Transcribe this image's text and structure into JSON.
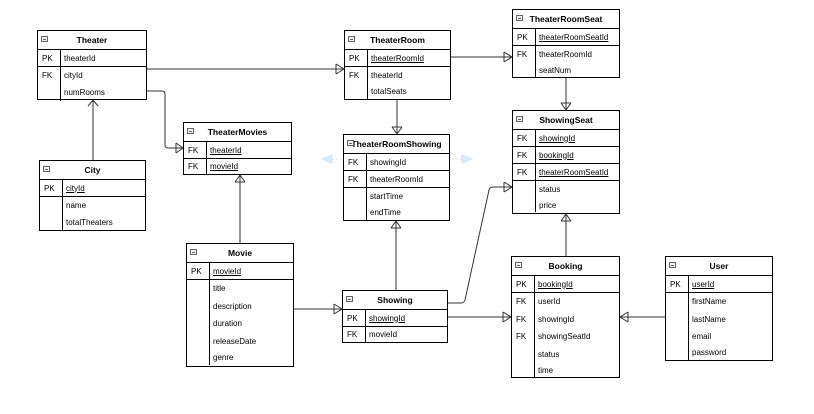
{
  "entities": {
    "theater": {
      "title": "Theater",
      "rows": [
        {
          "key": "PK",
          "field": "theaterId"
        },
        {
          "key": "FK",
          "field": "cityId"
        },
        {
          "key": "",
          "field": "numRooms"
        }
      ]
    },
    "city": {
      "title": "City",
      "rows": [
        {
          "key": "PK",
          "field": "cityId"
        },
        {
          "key": "",
          "field": "name"
        },
        {
          "key": "",
          "field": "totalTheaters"
        }
      ]
    },
    "theaterMovies": {
      "title": "TheaterMovies",
      "rows": [
        {
          "key": "FK",
          "field": "theaterId"
        },
        {
          "key": "FK",
          "field": "movieId"
        }
      ]
    },
    "movie": {
      "title": "Movie",
      "rows": [
        {
          "key": "PK",
          "field": "movieId"
        },
        {
          "key": "",
          "field": "title"
        },
        {
          "key": "",
          "field": "description"
        },
        {
          "key": "",
          "field": "duration"
        },
        {
          "key": "",
          "field": "releaseDate"
        },
        {
          "key": "",
          "field": "genre"
        }
      ]
    },
    "theaterRoom": {
      "title": "TheaterRoom",
      "rows": [
        {
          "key": "PK",
          "field": "theaterRoomId"
        },
        {
          "key": "FK",
          "field": "theaterId"
        },
        {
          "key": "",
          "field": "totalSeats"
        }
      ]
    },
    "theaterRoomShowing": {
      "title": "TheaterRoomShowing",
      "rows": [
        {
          "key": "FK",
          "field": "showingId"
        },
        {
          "key": "FK",
          "field": "theaterRoomId"
        },
        {
          "key": "",
          "field": "startTime"
        },
        {
          "key": "",
          "field": "endTime"
        }
      ]
    },
    "showing": {
      "title": "Showing",
      "rows": [
        {
          "key": "PK",
          "field": "showingId"
        },
        {
          "key": "FK",
          "field": "movieId"
        }
      ]
    },
    "theaterRoomSeat": {
      "title": "TheaterRoomSeat",
      "rows": [
        {
          "key": "PK",
          "field": "theaterRoomSeatId"
        },
        {
          "key": "FK",
          "field": "theaterRoomId"
        },
        {
          "key": "",
          "field": "seatNum"
        }
      ]
    },
    "showingSeat": {
      "title": "ShowingSeat",
      "rows": [
        {
          "key": "FK",
          "field": "showingId"
        },
        {
          "key": "FK",
          "field": "bookingId"
        },
        {
          "key": "FK",
          "field": "theaterRoomSeatId"
        },
        {
          "key": "",
          "field": "status"
        },
        {
          "key": "",
          "field": "price"
        }
      ]
    },
    "booking": {
      "title": "Booking",
      "rows": [
        {
          "key": "PK",
          "field": "bookingId"
        },
        {
          "key": "FK",
          "field": "userId"
        },
        {
          "key": "FK",
          "field": "showingId"
        },
        {
          "key": "FK",
          "field": "showingSeatId"
        },
        {
          "key": "",
          "field": "status"
        },
        {
          "key": "",
          "field": "time"
        }
      ]
    },
    "user": {
      "title": "User",
      "rows": [
        {
          "key": "PK",
          "field": "userId"
        },
        {
          "key": "",
          "field": "firstName"
        },
        {
          "key": "",
          "field": "lastName"
        },
        {
          "key": "",
          "field": "email"
        },
        {
          "key": "",
          "field": "password"
        }
      ]
    }
  },
  "colors": {
    "line": "#000000",
    "selection": "#d7ecff"
  },
  "icons": {
    "entity_header": "table-icon"
  }
}
